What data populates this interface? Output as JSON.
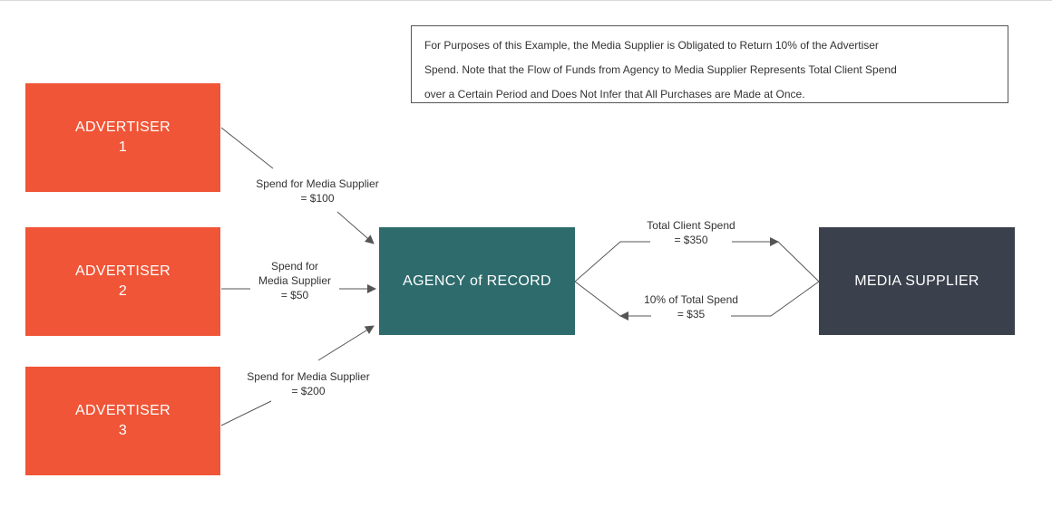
{
  "note": {
    "lines": [
      "For Purposes of this Example, the Media Supplier is Obligated to Return 10% of the Advertiser",
      "Spend. Note that the Flow of Funds from Agency to Media Supplier Represents Total Client Spend",
      "over a Certain Period and Does Not Infer that All Purchases are Made at Once."
    ]
  },
  "nodes": {
    "advertiser1": {
      "name": "ADVERTISER",
      "number": "1"
    },
    "advertiser2": {
      "name": "ADVERTISER",
      "number": "2"
    },
    "advertiser3": {
      "name": "ADVERTISER",
      "number": "3"
    },
    "agency": {
      "name": "AGENCY of RECORD"
    },
    "supplier": {
      "name": "MEDIA SUPPLIER"
    }
  },
  "edges": {
    "adv1": {
      "line1": "Spend for Media Supplier",
      "line2": "= $100"
    },
    "adv2": {
      "line1": "Spend for",
      "line2": "Media Supplier",
      "line3": "= $50"
    },
    "adv3": {
      "line1": "Spend for Media Supplier",
      "line2": "= $200"
    },
    "total": {
      "line1": "Total Client Spend",
      "line2": "= $350"
    },
    "rebate": {
      "line1": "10% of Total Spend",
      "line2": "= $35"
    }
  },
  "colors": {
    "advertiser": "#f05537",
    "agency": "#2e6b6d",
    "supplier": "#3b414c",
    "arrow": "#555555"
  }
}
